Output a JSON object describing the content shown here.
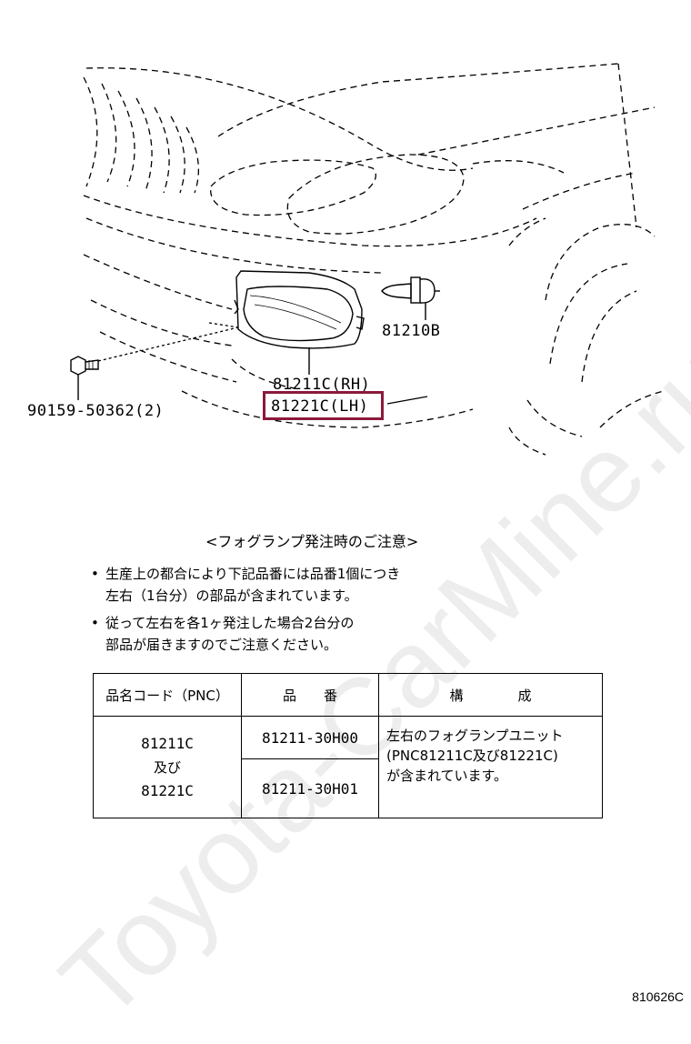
{
  "labels": {
    "part_rh": "81211C(RH)",
    "part_lh": "81221C(LH)",
    "bulb": "81210B",
    "bolt": "90159-50362(2)"
  },
  "notice": {
    "title": "<フォグランプ発注時のご注意>",
    "bullet1_line1": "生産上の都合により下記品番には品番1個につき",
    "bullet1_line2": "左右（1台分）の部品が含まれています。",
    "bullet2_line1": "従って左右を各1ヶ発注した場合2台分の",
    "bullet2_line2": "部品が届きますのでご注意ください。"
  },
  "table": {
    "headers": [
      "品名コード（PNC）",
      "品　　番",
      "構　　　　成"
    ],
    "pnc_line1": "81211C",
    "pnc_line2": "及び",
    "pnc_line3": "81221C",
    "part_numbers": [
      "81211-30H00",
      "81211-30H01"
    ],
    "composition_line1": "左右のフォグランプユニット",
    "composition_line2": "(PNC81211C及び81221C)",
    "composition_line3": "が含まれています。"
  },
  "watermark": "Toyota-CarMine.ru",
  "figure_code": "810626C",
  "colors": {
    "highlight": "#8b1a3a",
    "line": "#000000"
  }
}
